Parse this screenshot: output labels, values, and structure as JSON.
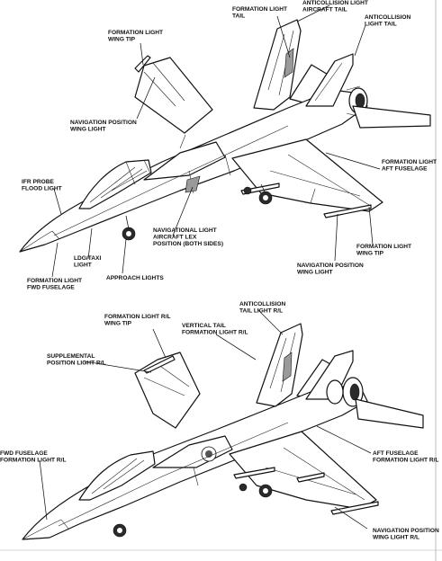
{
  "upper_labels": [
    {
      "id": "anticollision-aircraft-tail",
      "lines": [
        "ANTICOLLISION LIGHT",
        "AIRCRAFT TAIL"
      ]
    },
    {
      "id": "formation-light-tail",
      "lines": [
        "FORMATION LIGHT",
        "TAIL"
      ]
    },
    {
      "id": "anticollision-light-tail",
      "lines": [
        "ANTICOLLISION",
        "LIGHT TAIL"
      ]
    },
    {
      "id": "formation-light-wing-tip",
      "lines": [
        "FORMATION LIGHT",
        "WING TIP"
      ]
    },
    {
      "id": "navigation-position-wing-light",
      "lines": [
        "NAVIGATION POSITION",
        "WING LIGHT"
      ]
    },
    {
      "id": "ifr-probe-flood-light",
      "lines": [
        "IFR PROBE",
        "FLOOD LIGHT"
      ]
    },
    {
      "id": "formation-light-aft-fuselage",
      "lines": [
        "FORMATION LIGHT",
        "AFT FUSELAGE"
      ]
    },
    {
      "id": "navigational-light-aircraft-lex",
      "lines": [
        "NAVIGATIONAL LIGHT",
        "AIRCRAFT LEX",
        "POSITION (BOTH SIDES)"
      ]
    },
    {
      "id": "formation-light-wing-tip-right",
      "lines": [
        "FORMATION LIGHT",
        "WING TIP"
      ]
    },
    {
      "id": "ldg-taxi-light",
      "lines": [
        "LDG/TAXI",
        "LIGHT"
      ]
    },
    {
      "id": "formation-light-fwd-fuselage",
      "lines": [
        "FORMATION LIGHT",
        "FWD FUSELAGE"
      ]
    },
    {
      "id": "approach-lights",
      "lines": [
        "APPROACH LIGHTS"
      ]
    },
    {
      "id": "navigation-position-wing-light-right",
      "lines": [
        "NAVIGATION POSITION",
        "WING LIGHT"
      ]
    }
  ],
  "lower_labels": [
    {
      "id": "anticollision-tail-light-rl",
      "lines": [
        "ANTICOLLISION",
        "TAIL LIGHT R/L"
      ]
    },
    {
      "id": "formation-light-rl-wing-tip",
      "lines": [
        "FORMATION LIGHT R/L",
        "WING TIP"
      ]
    },
    {
      "id": "vertical-tail-formation-light-rl",
      "lines": [
        "VERTICAL TAIL",
        "FORMATION LIGHT R/L"
      ]
    },
    {
      "id": "supplemental-position-light-rl",
      "lines": [
        "SUPPLEMENTAL",
        "POSITION LIGHT R/L"
      ]
    },
    {
      "id": "aft-fuselage-formation-light-rl",
      "lines": [
        "AFT FUSELAGE",
        "FORMATION LIGHT R/L"
      ]
    },
    {
      "id": "fwd-fuselage-formation-light-rl",
      "lines": [
        "FWD FUSELAGE",
        "FORMATION LIGHT R/L"
      ]
    },
    {
      "id": "navigation-position-wing-light-rl",
      "lines": [
        "NAVIGATION POSITION",
        "WING LIGHT R/L"
      ]
    }
  ]
}
